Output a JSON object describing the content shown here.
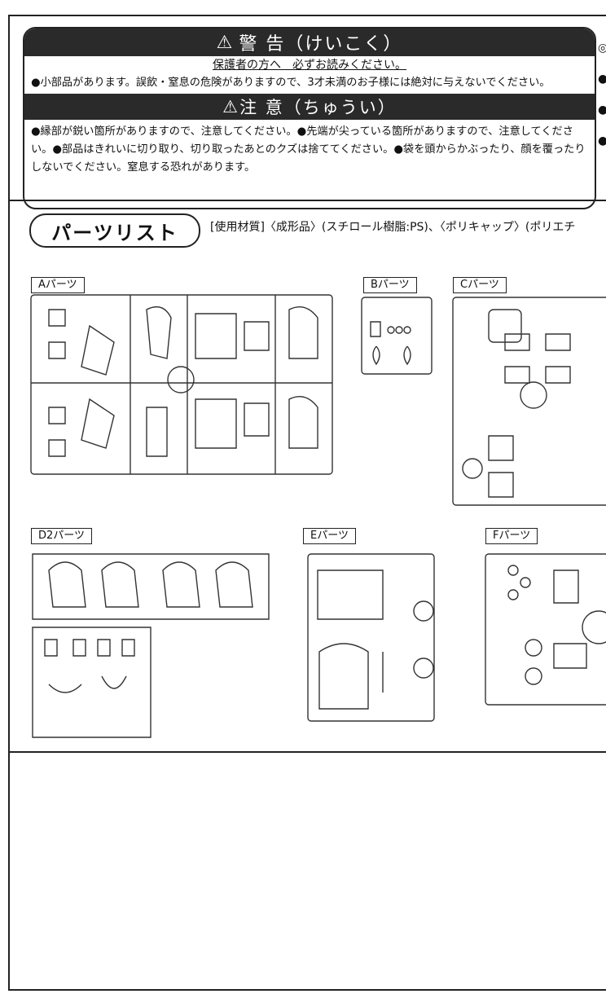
{
  "warning": {
    "title": "警 告（けいこく）",
    "subtitle": "保護者の方へ　必ずお読みください。",
    "line1": "●小部品があります。誤飲・窒息の危険がありますので、3才未満のお子様には絶対に与えないでください。"
  },
  "caution": {
    "title": "注 意（ちゅうい）",
    "text": "●縁部が鋭い箇所がありますので、注意してください。●先端が尖っている箇所がありますので、注意してください。●部品はきれいに切り取り、切り取ったあとのクズは捨ててください。●袋を頭からかぶったり、顔を覆ったりしないでください。窒息する恐れがあります。"
  },
  "parts_list": {
    "heading": "パーツリスト",
    "material": "[使用材質]〈成形品〉(スチロール樹脂:PS)、〈ポリキャップ〉(ポリエチ"
  },
  "runners": [
    {
      "id": "A",
      "label": "Aパーツ"
    },
    {
      "id": "B",
      "label": "Bパーツ"
    },
    {
      "id": "C",
      "label": "Cパーツ"
    },
    {
      "id": "D2",
      "label": "D2パーツ"
    },
    {
      "id": "E",
      "label": "Eパーツ"
    },
    {
      "id": "F",
      "label": "Fパーツ"
    }
  ]
}
